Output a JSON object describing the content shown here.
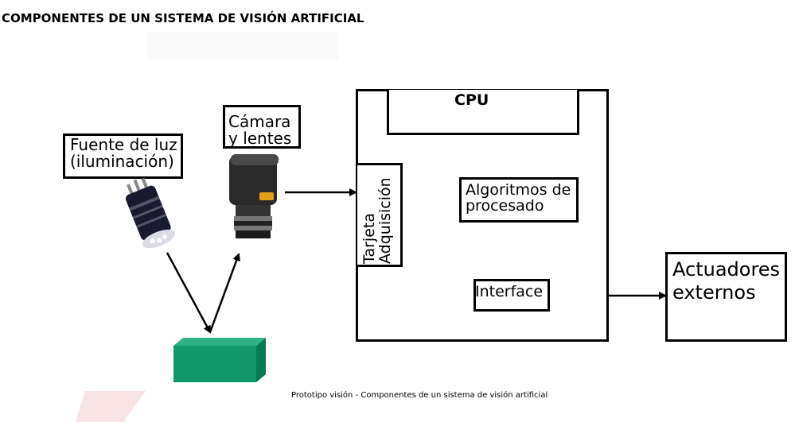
{
  "title": "COMPONENTES DE UN SISTEMA DE VISIÓN ARTIFICIAL",
  "diagram": {
    "light_source_label": "Fuente de luz\n(iluminación)",
    "camera_label": "Cámara\ny lentes",
    "cpu_label": "CPU",
    "acquisition_card_label": "Tarjeta\nAdquisición",
    "algorithms_label": "Algoritmos de\nprocesado",
    "interface_label": "Interface",
    "actuators_label": "Actuadores\nexternos"
  },
  "caption": "Prototipo visión - Componentes de un sistema de visión artificial",
  "colors": {
    "object": "#12976b",
    "lamp_body": "#1a1a2e",
    "camera_body": "#2a2a2a",
    "camera_badge": "#e0a020"
  }
}
